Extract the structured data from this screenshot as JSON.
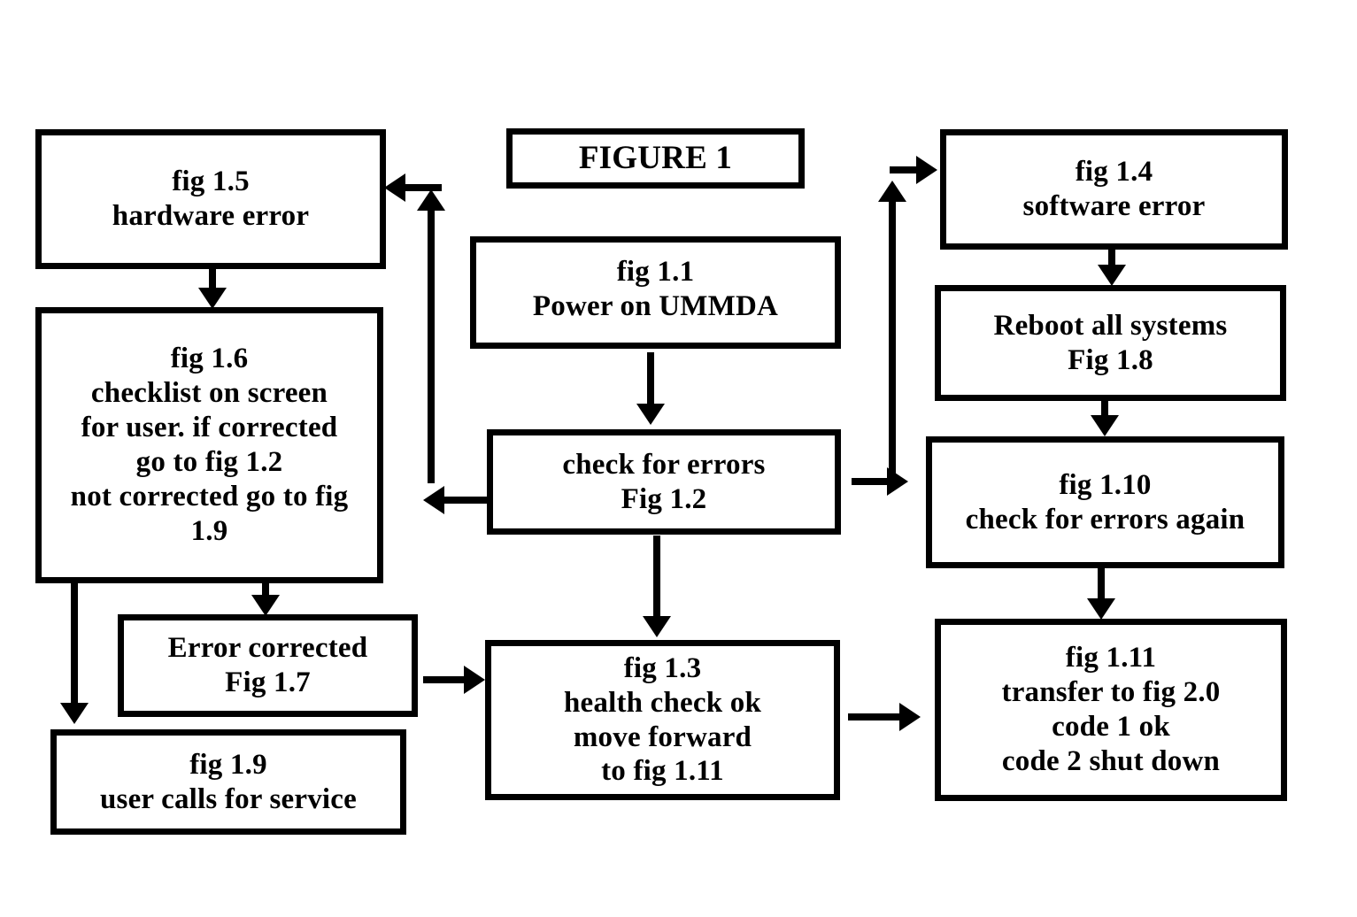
{
  "figure": {
    "title": "FIGURE 1",
    "background_color": "#ffffff",
    "stroke_color": "#000000",
    "text_color": "#000000"
  },
  "nodes": {
    "title_box": {
      "label": "FIGURE 1"
    },
    "fig_1_5": {
      "label": "fig 1.5\nhardware error"
    },
    "fig_1_6": {
      "label": "fig 1.6\nchecklist on screen\nfor user. if corrected\ngo to fig 1.2\nnot corrected go to fig\n1.9"
    },
    "fig_1_7": {
      "label": "Error corrected\nFig 1.7"
    },
    "fig_1_9": {
      "label": "fig 1.9\nuser calls for service"
    },
    "fig_1_1": {
      "label": "fig 1.1\nPower on UMMDA"
    },
    "fig_1_2": {
      "label": "check for errors\nFig 1.2"
    },
    "fig_1_3": {
      "label": "fig 1.3\nhealth check ok\nmove forward\nto fig 1.11"
    },
    "fig_1_4": {
      "label": "fig 1.4\nsoftware error"
    },
    "fig_1_8": {
      "label": "Reboot all systems\nFig 1.8"
    },
    "fig_1_10": {
      "label": "fig 1.10\ncheck for errors again"
    },
    "fig_1_11": {
      "label": "fig 1.11\ntransfer to fig 2.0\ncode 1 ok\ncode 2 shut down"
    }
  },
  "connectors": [
    {
      "name": "fig-1-5-to-fig-1-6",
      "from": "fig 1.5",
      "to": "fig 1.6",
      "direction": "down"
    },
    {
      "name": "fig-1-2-to-fig-1-5",
      "from": "check for errors Fig 1.2",
      "to": "fig 1.5",
      "direction": "left-up"
    },
    {
      "name": "fig-1-2-to-fig-1-6",
      "from": "check for errors Fig 1.2",
      "to": "fig 1.6",
      "direction": "left"
    },
    {
      "name": "fig-1-6-to-fig-1-7",
      "from": "fig 1.6",
      "to": "Error corrected Fig 1.7",
      "direction": "down"
    },
    {
      "name": "fig-1-6-to-fig-1-9",
      "from": "fig 1.6",
      "to": "fig 1.9",
      "direction": "down"
    },
    {
      "name": "fig-1-7-to-fig-1-3",
      "from": "Error corrected Fig 1.7",
      "to": "fig 1.3",
      "direction": "right"
    },
    {
      "name": "fig-1-1-to-fig-1-2",
      "from": "fig 1.1",
      "to": "check for errors Fig 1.2",
      "direction": "down"
    },
    {
      "name": "fig-1-2-to-fig-1-3",
      "from": "check for errors Fig 1.2",
      "to": "fig 1.3",
      "direction": "down"
    },
    {
      "name": "fig-1-2-to-fig-1-4",
      "from": "check for errors Fig 1.2",
      "to": "fig 1.4",
      "direction": "right-up"
    },
    {
      "name": "fig-1-4-to-fig-1-8",
      "from": "fig 1.4",
      "to": "Reboot all systems Fig 1.8",
      "direction": "down"
    },
    {
      "name": "fig-1-8-to-fig-1-10",
      "from": "Reboot all systems Fig 1.8",
      "to": "fig 1.10",
      "direction": "down"
    },
    {
      "name": "fig-1-10-to-fig-1-11",
      "from": "fig 1.10",
      "to": "fig 1.11",
      "direction": "down"
    },
    {
      "name": "fig-1-3-to-fig-1-11",
      "from": "fig 1.3",
      "to": "fig 1.11",
      "direction": "right"
    }
  ]
}
